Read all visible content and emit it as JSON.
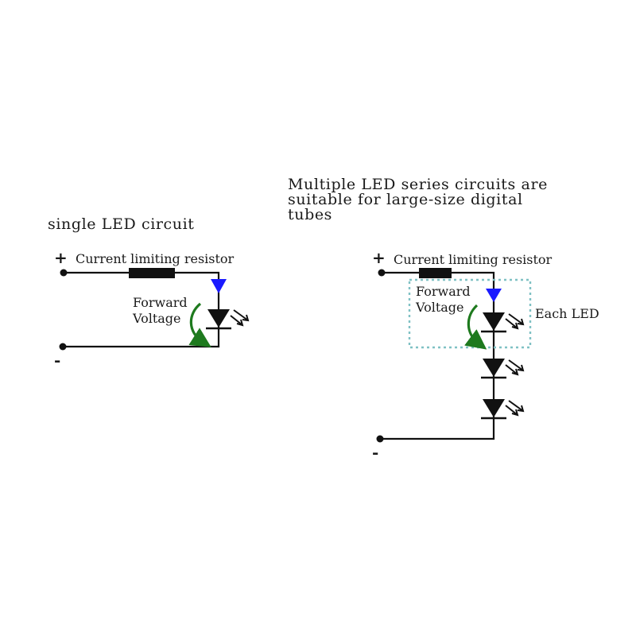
{
  "left": {
    "title": "single LED circuit",
    "plus": "+",
    "minus": "-",
    "resistor_label": "Current limiting resistor",
    "forward_line1": "Forward",
    "forward_line2": "Voltage"
  },
  "right": {
    "title_line1": "Multiple LED series circuits are",
    "title_line2": "suitable for large-size digital",
    "title_line3": "tubes",
    "plus": "+",
    "minus": "-",
    "resistor_label": "Current limiting resistor",
    "forward_line1": "Forward",
    "forward_line2": "Voltage",
    "each_led": "Each LED"
  },
  "colors": {
    "wire": "#111111",
    "current_arrow": "#1a1aff",
    "voltage_arrow": "#1e7a1e",
    "group_box": "#7fc1c4"
  }
}
